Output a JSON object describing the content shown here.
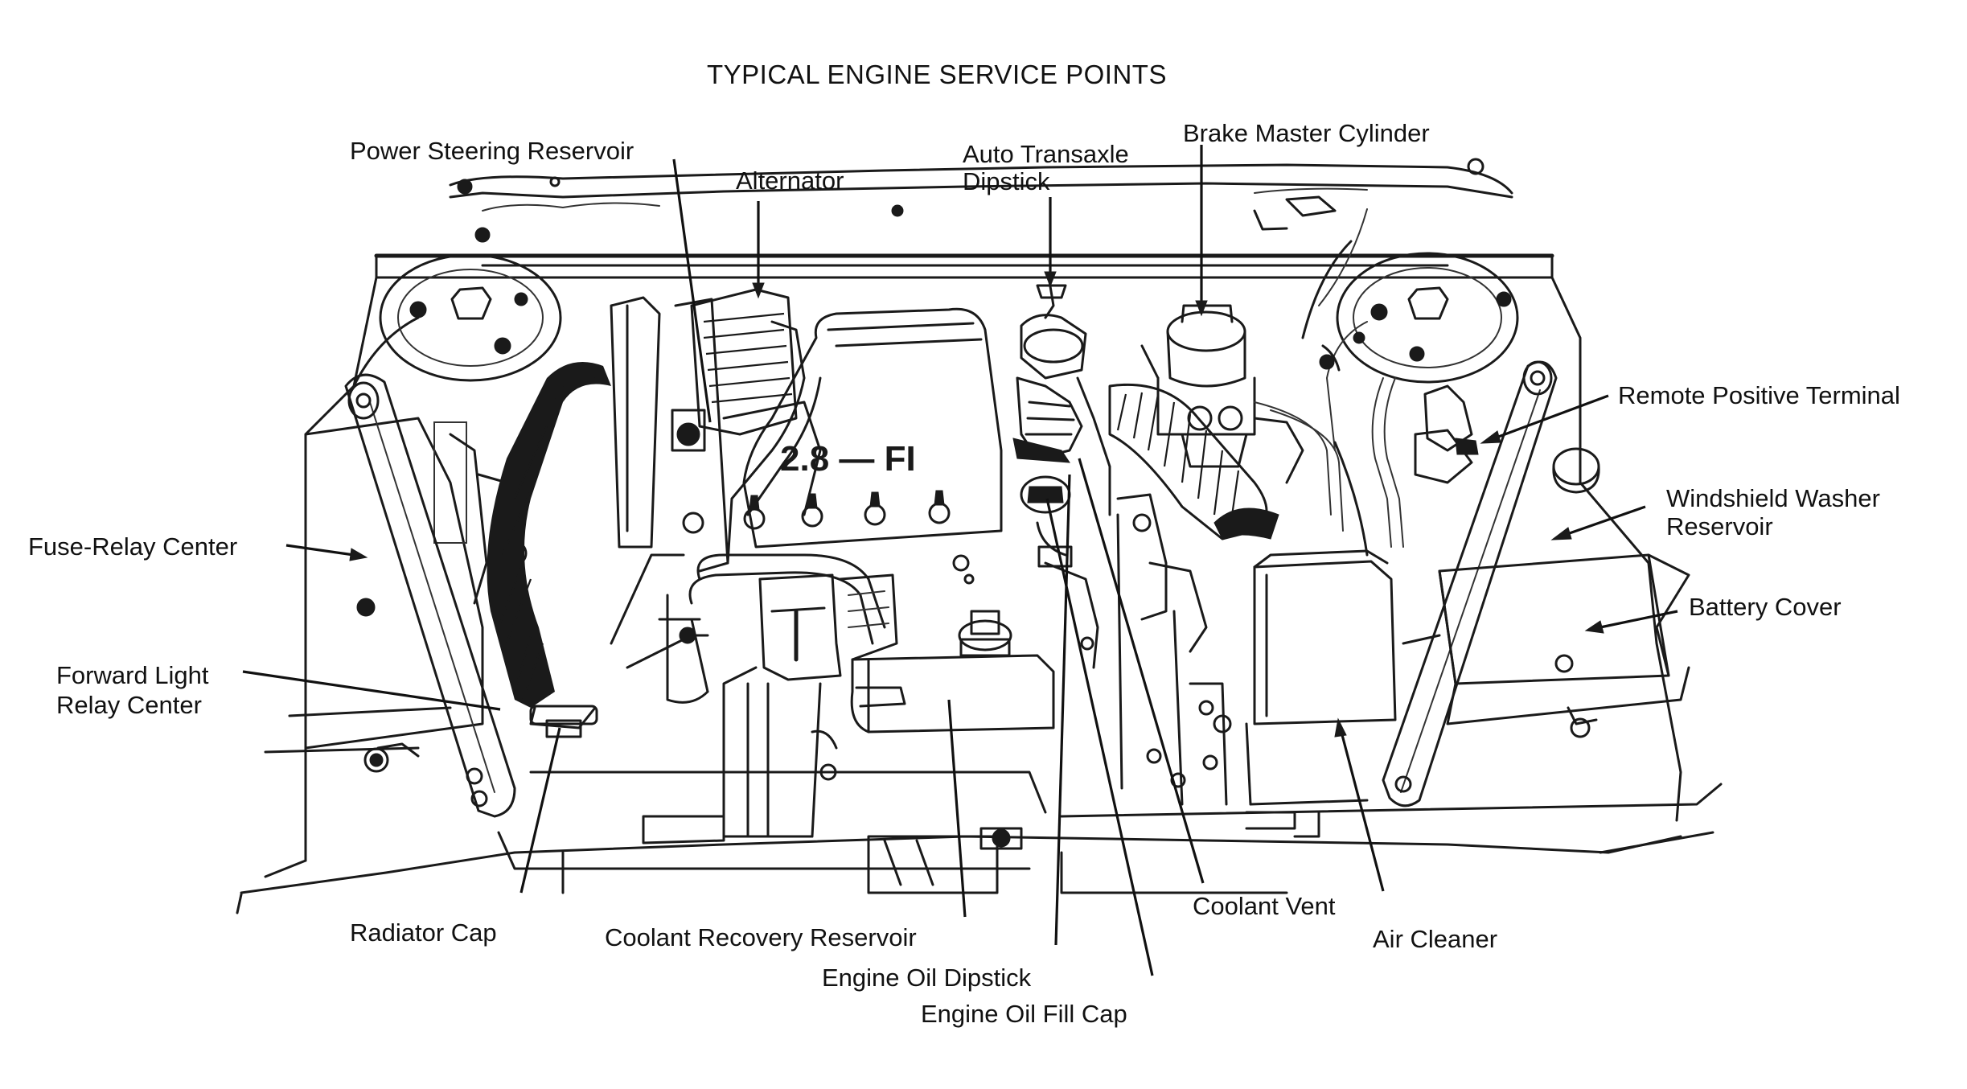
{
  "title": "TYPICAL ENGINE SERVICE POINTS",
  "labels": {
    "power_steering_reservoir": "Power Steering Reservoir",
    "alternator": "Alternator",
    "auto_transaxle_dipstick_line1": "Auto Transaxle",
    "auto_transaxle_dipstick_line2": "Dipstick",
    "brake_master_cylinder": "Brake Master Cylinder",
    "remote_positive_terminal": "Remote Positive Terminal",
    "windshield_washer_reservoir_line1": "Windshield Washer",
    "windshield_washer_reservoir_line2": "Reservoir",
    "battery_cover": "Battery Cover",
    "fuse_relay_center": "Fuse-Relay Center",
    "forward_light_relay_center_line1": "Forward Light",
    "forward_light_relay_center_line2": "Relay Center",
    "radiator_cap": "Radiator Cap",
    "coolant_recovery_reservoir": "Coolant Recovery Reservoir",
    "engine_oil_dipstick": "Engine Oil Dipstick",
    "engine_oil_fill_cap": "Engine Oil Fill Cap",
    "coolant_vent": "Coolant Vent",
    "air_cleaner": "Air Cleaner"
  },
  "engine_badge": "2.8 — FI"
}
